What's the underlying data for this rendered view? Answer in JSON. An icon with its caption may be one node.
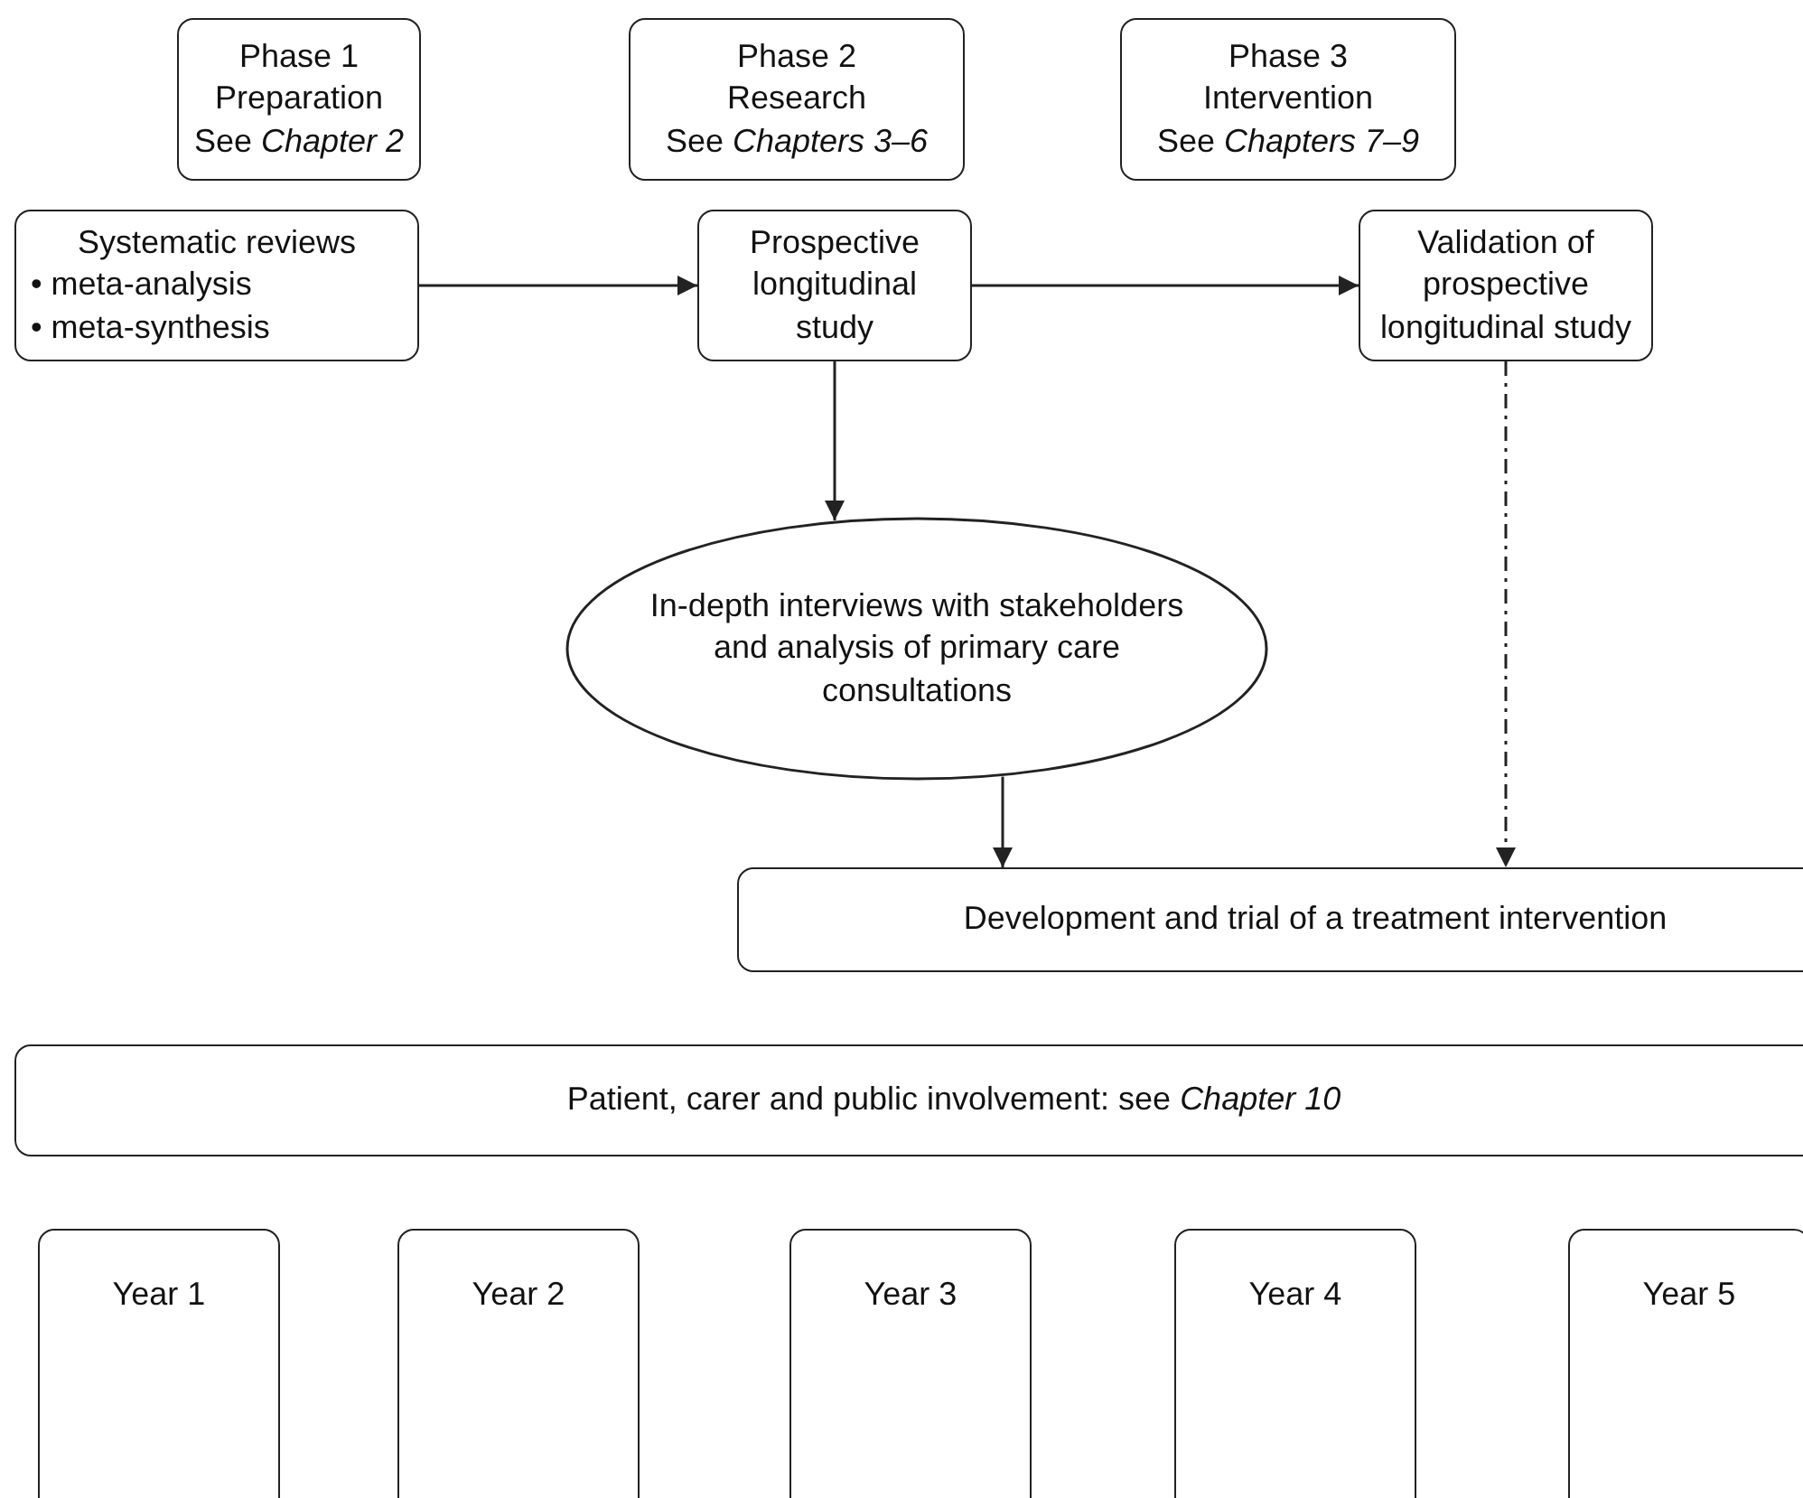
{
  "diagram": {
    "nodes": [
      {
        "text": [
          "Phase 1",
          "Preparation",
          "See *Chapter 2*"
        ]
      },
      {
        "text": [
          "Phase 2",
          "Research",
          "See *Chapters 3–6*"
        ]
      },
      {
        "text": [
          "Phase 3",
          "Intervention",
          "See *Chapters 7–9*"
        ]
      },
      {
        "text": [
          "Systematic reviews",
          "• meta-analysis",
          "• meta-synthesis"
        ]
      },
      {
        "text": [
          "Prospective longitudinal study"
        ]
      },
      {
        "text": [
          "Validation of prospective longitudinal study"
        ]
      },
      {
        "text": [
          "In-depth interviews with stakeholders and analysis of primary care consultations"
        ]
      },
      {
        "text": [
          "Development and trial of a treatment intervention"
        ]
      },
      {
        "text": [
          "Patient, carer and public involvement: see *Chapter 10*"
        ]
      },
      {
        "text": [
          "Year 1"
        ]
      },
      {
        "text": [
          "Year 2"
        ]
      },
      {
        "text": [
          "Year 3"
        ]
      },
      {
        "text": [
          "Year 4"
        ]
      },
      {
        "text": [
          "Year 5"
        ]
      }
    ],
    "edges": [
      {
        "from": 3,
        "to": 4,
        "arrow": "to"
      },
      {
        "from": 4,
        "to": 5,
        "arrow": "to"
      },
      {
        "from": 4,
        "to": 6,
        "arrow": "to"
      },
      {
        "from": 6,
        "to": 7,
        "arrow": "to"
      },
      {
        "from": 5,
        "to": 7,
        "arrow": "to",
        "style": "dashed"
      }
    ]
  }
}
